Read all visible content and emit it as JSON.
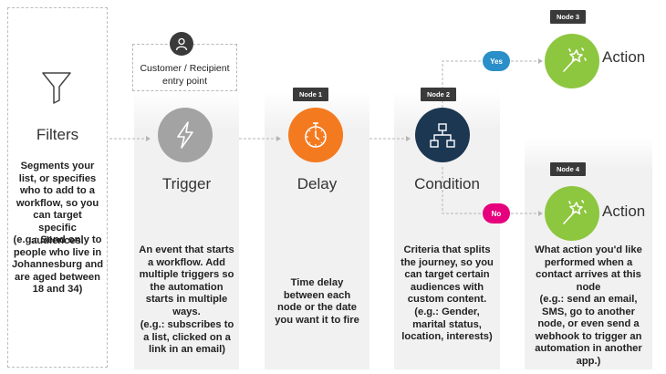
{
  "filters": {
    "title": "Filters",
    "description": "Segments your list, or specifies who to add to a workflow, so you can target specific audiences.",
    "example": "(e.g.: Send only to people who live in Johannesburg and are aged between 18 and 34)"
  },
  "entry_point": {
    "label": "Customer / Recipient entry point"
  },
  "trigger": {
    "title": "Trigger",
    "description": "An event that starts a workflow. Add multiple triggers so the automation starts in multiple ways.",
    "example": "(e.g.: subscribes to a list, clicked on a link in an email)"
  },
  "delay": {
    "badge": "Node 1",
    "title": "Delay",
    "description": "Time delay between each node or the date you want it to fire"
  },
  "condition": {
    "badge": "Node 2",
    "title": "Condition",
    "description": "Criteria that splits the journey, so you can target certain audiences with custom content.",
    "example": "(e.g.: Gender, marital status, location, interests)"
  },
  "yes_branch": {
    "label": "Yes"
  },
  "no_branch": {
    "label": "No"
  },
  "action_top": {
    "badge": "Node 3",
    "title": "Action"
  },
  "action_bottom": {
    "badge": "Node 4",
    "title": "Action",
    "description": "What action you'd like performed when a contact arrives at this node",
    "example": "(e.g.: send an email, SMS, go to another node, or even send a webhook to trigger an automation in another app.)"
  },
  "colors": {
    "trigger": "#a3a3a3",
    "delay": "#f47a20",
    "condition": "#1c3752",
    "action": "#8dc63f",
    "yes": "#2a8fc9",
    "no": "#e6007e",
    "badge": "#3a3a3a"
  },
  "icons": {
    "filters": "funnel-icon",
    "entry": "person-icon",
    "trigger": "lightning-bolt-icon",
    "delay": "stopwatch-icon",
    "condition": "flowchart-icon",
    "action": "magic-wand-icon"
  }
}
